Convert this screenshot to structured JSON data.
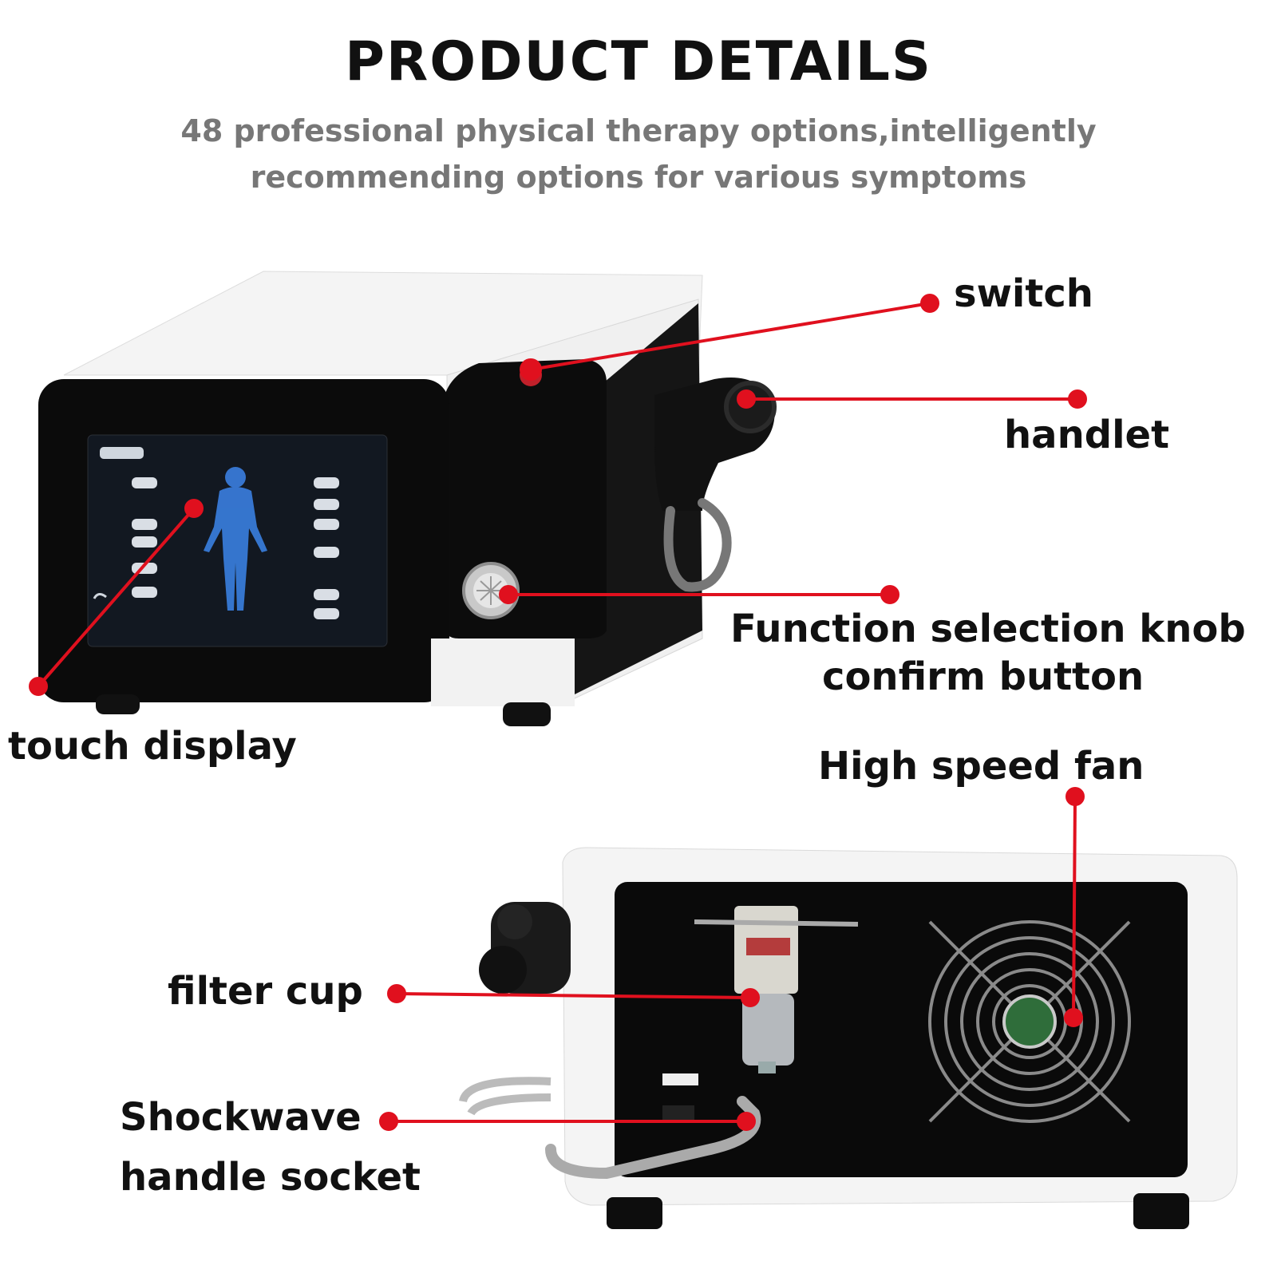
{
  "header": {
    "title": "PRODUCT DETAILS",
    "subtitle_line1": "48 professional physical therapy options,intelligently",
    "subtitle_line2": "recommending options for various symptoms"
  },
  "callouts": {
    "switch": "switch",
    "handlet": "handlet",
    "knob_line1": "Function selection knob",
    "knob_line2": "confirm button",
    "touch_display": "touch display",
    "fan": "High speed fan",
    "filter_cup": "filter cup",
    "socket_line1": "Shockwave",
    "socket_line2": "handle socket"
  },
  "colors": {
    "accent": "#e0101e",
    "device_black": "#0c0c0c",
    "device_white": "#f3f3f3",
    "screen_blue": "#3a7fe0"
  }
}
